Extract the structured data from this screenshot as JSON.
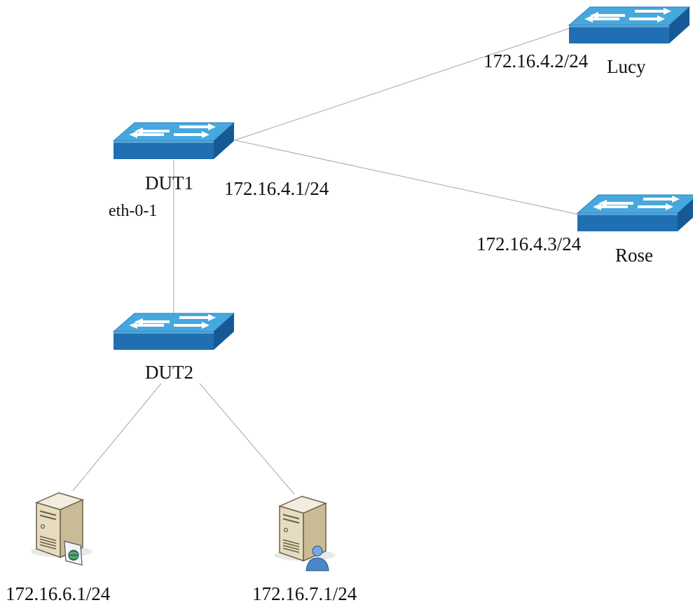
{
  "labels": {
    "dut1": "DUT1",
    "dut1_ip": "172.16.4.1/24",
    "dut1_port": "eth-0-1",
    "dut2": "DUT2",
    "lucy": "Lucy",
    "lucy_ip": "172.16.4.2/24",
    "rose": "Rose",
    "rose_ip": "172.16.4.3/24",
    "server_web_ip": "172.16.6.1/24",
    "server_user_ip": "172.16.7.1/24"
  },
  "colors": {
    "switch_top": "#47a7df",
    "switch_front": "#1f6fb2",
    "switch_side": "#155a95",
    "arrow": "#ffffff",
    "link": "#9aa8bd",
    "server_body": "#e6dcc0",
    "server_side": "#c9bb95",
    "server_top": "#f3ede0",
    "user_badge": "#4d86c9",
    "globe_badge": "#3d8a3a"
  },
  "icons": {
    "switch": "network-switch-icon",
    "server_web": "web-server-icon",
    "server_user": "user-server-icon"
  }
}
